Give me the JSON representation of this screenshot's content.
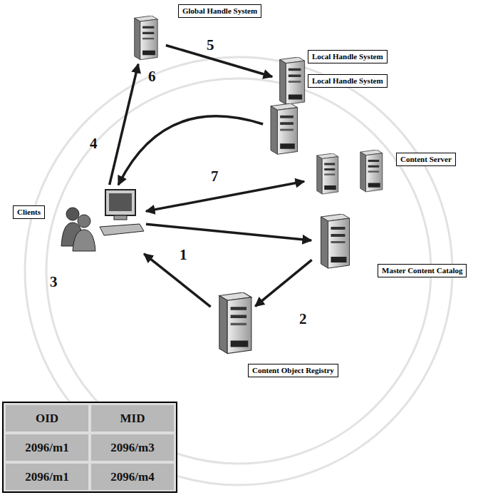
{
  "diagram": {
    "nodes": [
      {
        "text": [
          "Global Handle System"
        ]
      },
      {
        "text": [
          "Local Handle System"
        ]
      },
      {
        "text": [
          "Local Handle System"
        ]
      },
      {
        "text": [
          "Clients"
        ]
      },
      {
        "text": [
          "Content Server"
        ]
      },
      {
        "text": [
          "Master Content Catalog"
        ]
      },
      {
        "text": [
          "Content Object Registry"
        ]
      }
    ],
    "edges": [
      {
        "from": 3,
        "to": 5,
        "arrow": "to"
      },
      {
        "from": 5,
        "to": 6,
        "arrow": "to"
      },
      {
        "from": 6,
        "to": 3,
        "arrow": "to"
      },
      {
        "from": 3,
        "to": 0,
        "arrow": "to"
      },
      {
        "from": 0,
        "to": 1,
        "arrow": "to"
      },
      {
        "from": 2,
        "to": 3,
        "arrow": "to"
      },
      {
        "from": 3,
        "to": 4,
        "arrow": "both"
      }
    ],
    "labels": [
      "5",
      "4",
      "6",
      "7",
      "1",
      "3",
      "2",
      "OID",
      "MID",
      "2096/m1",
      "2096/m3",
      "2096/m1",
      "2096/m4"
    ]
  }
}
